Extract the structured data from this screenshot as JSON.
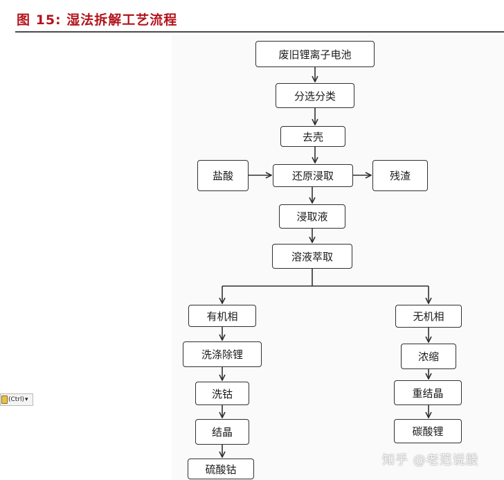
{
  "title": "图 15:  湿法拆解工艺流程",
  "flow": {
    "waste_battery": "废旧锂离子电池",
    "sorting": "分选分类",
    "shell_removal": "去壳",
    "hydrochloric_acid": "盐酸",
    "reduction_leaching": "还原浸取",
    "residue": "残渣",
    "leachate": "浸取液",
    "solvent_extraction": "溶液萃取",
    "organic_phase": "有机相",
    "wash_lithium_removal": "洗涤除锂",
    "wash_cobalt": "洗钴",
    "crystallization": "结晶",
    "cobalt_sulfate": "硫酸钴",
    "inorganic_phase": "无机相",
    "concentration": "浓缩",
    "recrystallization": "重结晶",
    "lithium_carbonate": "碳酸锂"
  },
  "paste_hint": "(Ctrl)",
  "watermark": "知乎 @老范说股"
}
